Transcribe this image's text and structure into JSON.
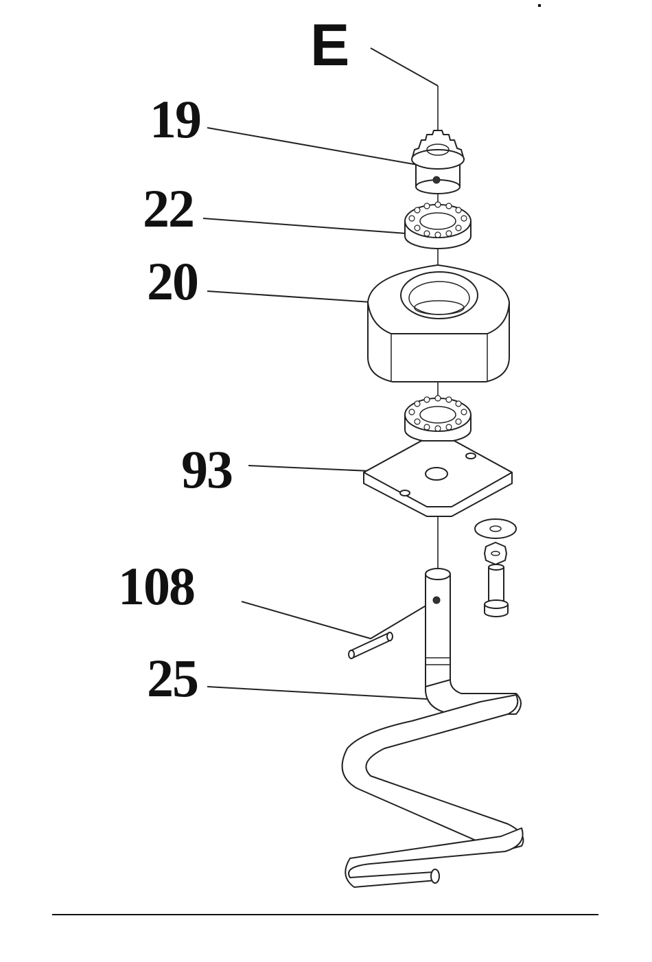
{
  "labels": {
    "assembly": "E",
    "sprocket": "19",
    "bearing": "22",
    "housing": "20",
    "plate": "93",
    "pin": "108",
    "hook": "25"
  },
  "colors": {
    "ink": "#111111",
    "background": "#ffffff"
  }
}
